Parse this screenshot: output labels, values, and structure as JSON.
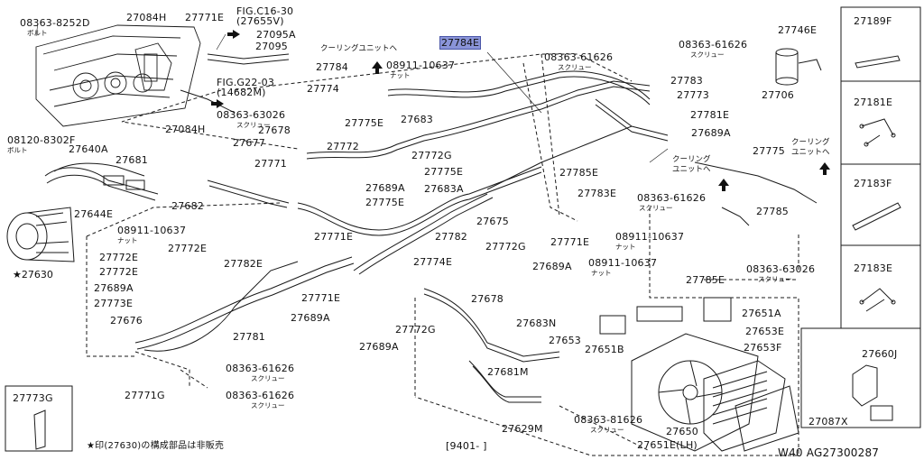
{
  "highlight_part": "27784E",
  "footer": {
    "note": "★印(27630)の構成部品は非販売",
    "date_code": "[9401-    ]",
    "diagram_code": "W40  AG27300287"
  },
  "side_panels": [
    "27189F",
    "27181E",
    "27183F",
    "27183E"
  ],
  "labels": {
    "p1": "08363-8252D",
    "p1n": "ボルト",
    "p2": "27084H",
    "p3": "27771E",
    "p4": "FIG.C16-30",
    "p5": "(27655V)",
    "p6": "27095A",
    "p7": "27095",
    "p8": "クーリングユニットへ",
    "p9": "08363-61626",
    "p9n": "スクリュー",
    "p10": "08363-61626",
    "p10n": "スクリュー",
    "p11": "27746E",
    "p12": "27706",
    "p13": "27784",
    "p14": "08911-10637",
    "p14n": "ナット",
    "p15": "FIG.G22-03",
    "p16": "(14682M)",
    "p17": "27774",
    "p18": "27783",
    "p19": "27773",
    "p20": "08363-63026",
    "p20n": "スクリュー",
    "p21": "27775E",
    "p22": "27683",
    "p23": "27781E",
    "p24": "27084H",
    "p25": "27678",
    "p26": "27689A",
    "p27": "08120-8302F",
    "p27n": "ボルト",
    "p28": "27677",
    "p29": "27772",
    "p30": "27775",
    "p31": "クーリング",
    "p32": "ユニットへ",
    "p33": "27640A",
    "p34": "27681",
    "p35": "27771",
    "p36": "27772G",
    "p37": "27775E",
    "p38": "クーリング",
    "p39": "ユニットへ",
    "p40": "27785E",
    "p41": "27683A",
    "p42": "27689A",
    "p43": "27783E",
    "p44": "08363-61626",
    "p44n": "スクリュー",
    "p45": "27682",
    "p46": "27644E",
    "p47": "27775E",
    "p48": "27675",
    "p49": "27785",
    "p50": "27630",
    "p51": "08911-10637",
    "p51n": "ナット",
    "p52": "27771E",
    "p53": "27782",
    "p54": "27772G",
    "p55": "27771E",
    "p56": "08911-10637",
    "p56n": "ナット",
    "p57": "27772E",
    "p58": "27772E",
    "p59": "27782E",
    "p60": "27774E",
    "p61": "27689A",
    "p62": "08911-10637",
    "p62n": "ナット",
    "p63": "08363-63026",
    "p63n": "スクリュー",
    "p64": "27785E",
    "p65": "27689A",
    "p66": "27773E",
    "p67": "27771E",
    "p68": "27678",
    "p69": "27651A",
    "p70": "27676",
    "p71": "27689A",
    "p72": "27772G",
    "p73": "27683N",
    "p74": "27781",
    "p75": "27653",
    "p76": "27653E",
    "p77": "27689A",
    "p78": "27651B",
    "p79": "27653F",
    "p80": "27660J",
    "p81": "08363-61626",
    "p81n": "スクリュー",
    "p82": "27681M",
    "p83": "27773G",
    "p84": "27771G",
    "p85": "08363-61626",
    "p85n": "スクリュー",
    "p86": "27629M",
    "p87": "08363-81626",
    "p87n": "スクリュー",
    "p88": "27650",
    "p89": "27651E(LH)",
    "p90": "27087X"
  }
}
